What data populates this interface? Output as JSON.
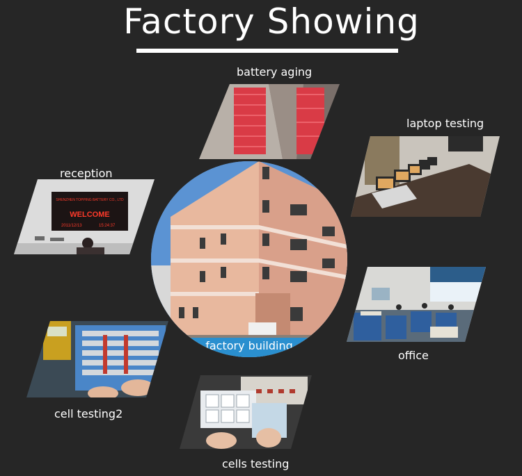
{
  "title": "Factory Showing",
  "labels": {
    "battery_aging": "battery aging",
    "laptop_testing": "laptop testing",
    "reception": "reception",
    "factory_building": "factory building",
    "office": "office",
    "cell_testing2": "cell testing2",
    "cells_testing": "cells testing"
  },
  "reception_sign": {
    "company": "SHENZHEN TOPPING BATTERY CO., LTD",
    "welcome": "WELCOME",
    "date": "2011/12/13",
    "time": "15:24:37"
  },
  "colors": {
    "background": "#262626",
    "accent_blue": "#2a8fcf",
    "led_red": "#ff3a2a"
  }
}
